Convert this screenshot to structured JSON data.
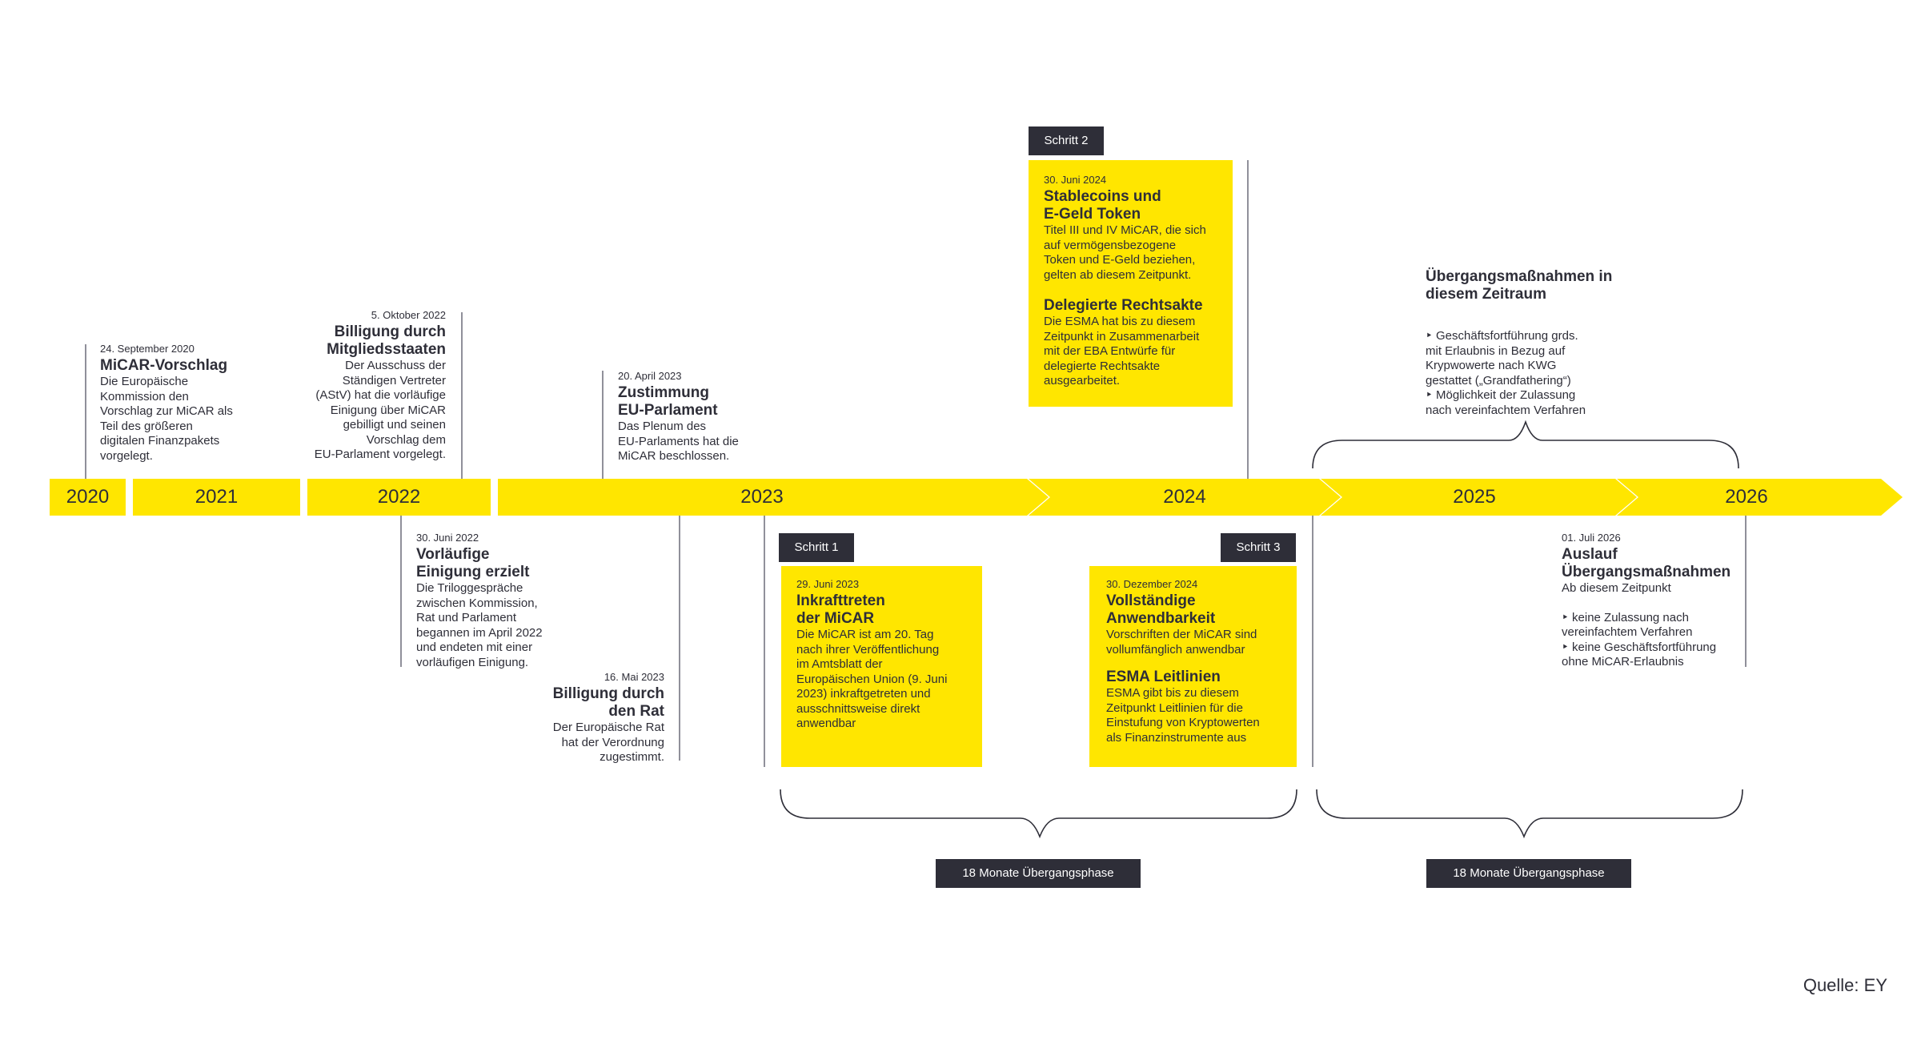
{
  "colors": {
    "accent": "#ffe600",
    "dark": "#2e2e38",
    "line": "#747480"
  },
  "years": [
    "2020",
    "2021",
    "2022",
    "2023",
    "2024",
    "2025",
    "2026"
  ],
  "events": {
    "micar_proposal": {
      "date": "24. September 2020",
      "title": "MiCAR-Vorschlag",
      "body": "Die Europäische\nKommission den\nVorschlag zur MiCAR als\nTeil des größeren\ndigitalen Finanzpakets\nvorgelegt."
    },
    "member_states": {
      "date": "5. Oktober 2022",
      "title": "Billigung durch\nMitgliedsstaaten",
      "body": "Der Ausschuss der\nStändigen Vertreter\n(AStV) hat die vorläufige\nEinigung über MiCAR\ngebilligt und seinen\nVorschlag dem\nEU-Parlament vorgelegt."
    },
    "parliament": {
      "date": "20. April 2023",
      "title": "Zustimmung\nEU-Parlament",
      "body": "Das Plenum des\nEU-Parlaments  hat die\nMiCAR beschlossen."
    },
    "provisional": {
      "date": "30. Juni 2022",
      "title": "Vorläufige\nEinigung erzielt",
      "body": "Die Triloggespräche\nzwischen Kommission,\nRat und Parlament\nbegannen im April 2022\nund endeten mit einer\nvorläufigen Einigung."
    },
    "council": {
      "date": "16. Mai 2023",
      "title": "Billigung durch\nden Rat",
      "body": "Der Europäische Rat\nhat der Verordnung\nzugestimmt."
    },
    "expiry": {
      "date": "01. Juli 2026",
      "title": "Auslauf\nÜbergangsmaßnahmen",
      "body": "Ab diesem Zeitpunkt",
      "bullets": "‣ keine Zulassung  nach\n   vereinfachtem Verfahren\n‣ keine Geschäftsfortführung\n   ohne MiCAR-Erlaubnis"
    }
  },
  "steps": {
    "step1": {
      "label": "Schritt 1",
      "date": "29. Juni 2023",
      "title": "Inkrafttreten\nder MiCAR",
      "body": "Die MiCAR ist am 20. Tag\nnach ihrer Veröffentlichung\nim Amtsblatt der\nEuropäischen Union (9. Juni\n2023) inkraftgetreten und\nausschnittsweise direkt\nanwendbar"
    },
    "step2": {
      "label": "Schritt 2",
      "date": "30. Juni 2024",
      "title": "Stablecoins und\nE-Geld Token",
      "body": "Titel III und IV MiCAR, die sich\nauf vermögensbezogene\nToken und E-Geld beziehen,\ngelten ab diesem Zeitpunkt.",
      "title2": "Delegierte Rechtsakte",
      "body2": "Die ESMA hat bis zu diesem\nZeitpunkt in Zusammenarbeit\nmit der EBA Entwürfe für\ndelegierte Rechtsakte\nausgearbeitet."
    },
    "step3": {
      "label": "Schritt 3",
      "date": "30. Dezember 2024",
      "title": "Vollständige\nAnwendbarkeit",
      "body": "Vorschriften der MiCAR sind\nvollumfänglich anwendbar",
      "title2": "ESMA Leitlinien",
      "body2": "ESMA gibt bis zu diesem\nZeitpunkt Leitlinien für die\nEinstufung von Kryptowerten\nals Finanzinstrumente aus"
    }
  },
  "transition": {
    "title": "Übergangsmaßnahmen in\ndiesem Zeitraum",
    "bullets": "‣ Geschäftsfortführung grds.\n   mit Erlaubnis in Bezug auf\n   Krypwowerte nach KWG\n   gestattet („Grandfathering“)\n‣ Möglichkeit der Zulassung\n   nach vereinfachtem Verfahren"
  },
  "phases": [
    "18 Monate Übergangsphase",
    "18 Monate Übergangsphase"
  ],
  "source": "Quelle: EY"
}
